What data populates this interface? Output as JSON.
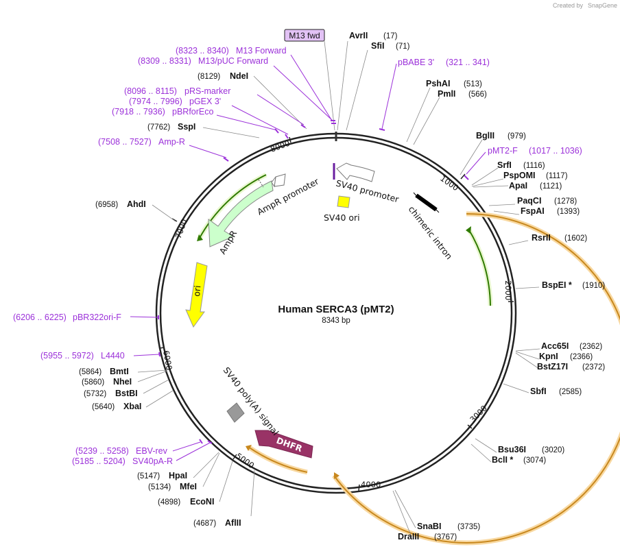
{
  "credit": {
    "prefix": "Created by",
    "brand": "SnapGene"
  },
  "title": "Human SERCA3 (pMT2)",
  "size": "8343 bp",
  "highlight_box": "M13 fwd",
  "ticks": [
    "1000",
    "2000",
    "3000",
    "4000",
    "5000",
    "6000",
    "7000",
    "8000"
  ],
  "enzymes_right": [
    {
      "name": "AvrII",
      "pos": "(17)"
    },
    {
      "name": "SfiI",
      "pos": "(71)"
    },
    {
      "name": "PshAI",
      "pos": "(513)"
    },
    {
      "name": "PmlI",
      "pos": "(566)"
    },
    {
      "name": "BglII",
      "pos": "(979)"
    },
    {
      "name": "SrfI",
      "pos": "(1116)"
    },
    {
      "name": "PspOMI",
      "pos": "(1117)"
    },
    {
      "name": "ApaI",
      "pos": "(1121)"
    },
    {
      "name": "PaqCI",
      "pos": "(1278)"
    },
    {
      "name": "FspAI",
      "pos": "(1393)"
    },
    {
      "name": "RsrII",
      "pos": "(1602)"
    },
    {
      "name": "BspEI *",
      "pos": "(1910)"
    },
    {
      "name": "Acc65I",
      "pos": "(2362)"
    },
    {
      "name": "KpnI",
      "pos": "(2366)"
    },
    {
      "name": "BstZ17I",
      "pos": "(2372)"
    },
    {
      "name": "SbfI",
      "pos": "(2585)"
    },
    {
      "name": "Bsu36I",
      "pos": "(3020)"
    },
    {
      "name": "BclI *",
      "pos": "(3074)"
    },
    {
      "name": "SnaBI",
      "pos": "(3735)"
    },
    {
      "name": "DraIII",
      "pos": "(3767)"
    }
  ],
  "enzymes_left": [
    {
      "name": "NdeI",
      "pos": "(8129)"
    },
    {
      "name": "SspI",
      "pos": "(7762)"
    },
    {
      "name": "AhdI",
      "pos": "(6958)"
    },
    {
      "name": "BmtI",
      "pos": "(5864)"
    },
    {
      "name": "NheI",
      "pos": "(5860)"
    },
    {
      "name": "BstBI",
      "pos": "(5732)"
    },
    {
      "name": "XbaI",
      "pos": "(5640)"
    },
    {
      "name": "HpaI",
      "pos": "(5147)"
    },
    {
      "name": "MfeI",
      "pos": "(5134)"
    },
    {
      "name": "EcoNI",
      "pos": "(4898)"
    },
    {
      "name": "AflII",
      "pos": "(4687)"
    }
  ],
  "primers_right": [
    {
      "name": "pBABE 3'",
      "range": "(321 .. 341)"
    },
    {
      "name": "pMT2-F",
      "range": "(1017 .. 1036)"
    }
  ],
  "primers_left": [
    {
      "name": "M13 Forward",
      "range": "(8323 .. 8340)"
    },
    {
      "name": "M13/pUC Forward",
      "range": "(8309 .. 8331)"
    },
    {
      "name": "pRS-marker",
      "range": "(8096 .. 8115)"
    },
    {
      "name": "pGEX 3'",
      "range": "(7974 .. 7996)"
    },
    {
      "name": "pBRforEco",
      "range": "(7918 .. 7936)"
    },
    {
      "name": "Amp-R",
      "range": "(7508 .. 7527)"
    },
    {
      "name": "pBR322ori-F",
      "range": "(6206 .. 6225)"
    },
    {
      "name": "L4440",
      "range": "(5955 .. 5972)"
    },
    {
      "name": "EBV-rev",
      "range": "(5239 .. 5258)"
    },
    {
      "name": "SV40pA-R",
      "range": "(5185 .. 5204)"
    }
  ],
  "features": {
    "sv40_promoter": "SV40 promoter",
    "sv40_ori": "SV40 ori",
    "chimeric_intron": "chimeric intron",
    "ampr_promoter": "AmpR promoter",
    "ampr": "AmpR",
    "ori": "ori",
    "sv40_polya": "SV40 poly(A) signal",
    "dhfr": "DHFR"
  },
  "colors": {
    "primer": "#9b30d9",
    "ampr": "#ccffcc",
    "ori": "#ffff00",
    "dhfr": "#993366",
    "orf_highlight": "#f8d8a0",
    "orf_line": "#c8881e",
    "green_line": "#2f7a00"
  }
}
